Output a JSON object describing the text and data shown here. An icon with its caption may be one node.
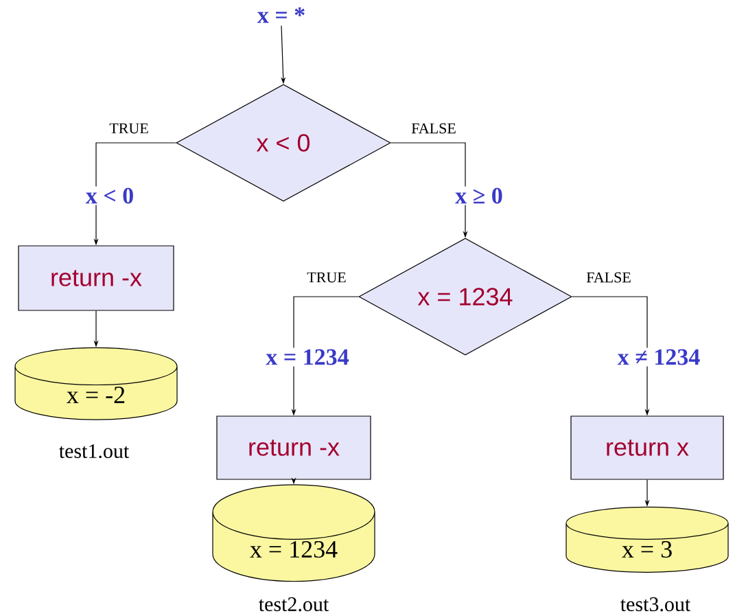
{
  "diagram": {
    "nodes": [
      {
        "text": [
          "x = *"
        ]
      },
      {
        "text": [
          "x < 0"
        ]
      },
      {
        "text": [
          "return -x"
        ]
      },
      {
        "text": [
          "x = -2"
        ],
        "beside": [
          "test1.out"
        ]
      },
      {
        "text": [
          "x = 1234"
        ]
      },
      {
        "text": [
          "return -x"
        ]
      },
      {
        "text": [
          "x = 1234"
        ],
        "beside": [
          "test2.out"
        ]
      },
      {
        "text": [
          "return x"
        ]
      },
      {
        "text": [
          "x = 3"
        ],
        "beside": [
          "test3.out"
        ]
      }
    ],
    "edges": [
      {
        "from": 0,
        "to": 1,
        "arrow": "to"
      },
      {
        "from": 1,
        "to": 2,
        "arrow": "to",
        "label": "TRUE"
      },
      {
        "from": 1,
        "to": 4,
        "arrow": "to",
        "label": "FALSE"
      },
      {
        "from": 2,
        "to": 3,
        "arrow": "to"
      },
      {
        "from": 4,
        "to": 5,
        "arrow": "to",
        "label": "TRUE"
      },
      {
        "from": 4,
        "to": 7,
        "arrow": "to",
        "label": "FALSE"
      },
      {
        "from": 5,
        "to": 6,
        "arrow": "to"
      },
      {
        "from": 7,
        "to": 8,
        "arrow": "to"
      }
    ],
    "labels": [
      "x < 0",
      "x ≥ 0",
      "x = 1234",
      "x ≠ 1234"
    ]
  }
}
